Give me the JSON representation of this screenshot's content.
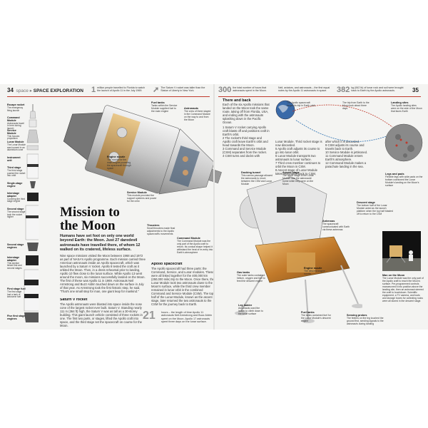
{
  "left": {
    "page_number": "34",
    "section": "space",
    "section_title": "SPACE EXPLORATION",
    "fact1_num": "1",
    "fact1_text": "million people travelled to Florida to watch the launch of Apollo 11 in the July 1969.",
    "fact2_text": "The Saturn V rocket was taller than the Statue of Liberty in New York.",
    "rocket_labels": [
      {
        "title": "Escape rocket",
        "text": "The emergency firing launch"
      },
      {
        "title": "Command Module",
        "text": "Astronauts travel in here during launch"
      },
      {
        "title": "Service Module",
        "text": "This houses propulsion"
      },
      {
        "title": "Lunar Module",
        "text": "The Lunar Module was housed in an aluminium cone"
      },
      {
        "title": "Instrument unit",
        "text": ""
      },
      {
        "title": "Third stage",
        "text": "The third stage pushed the rocket into orbit"
      },
      {
        "title": "Single-stage engine",
        "text": ""
      },
      {
        "title": "Interstage adapter",
        "text": "Covering the third stage engine"
      },
      {
        "title": "Second stage",
        "text": "The second stage took the rocket higher"
      },
      {
        "title": "Second stage engines",
        "text": ""
      },
      {
        "title": "Interstage adapter",
        "text": "This section linked first and second stages"
      },
      {
        "title": "First stage fuel",
        "text": "The first stage had a tank of kerosene fuel"
      },
      {
        "title": "Five first stage engines",
        "text": ""
      }
    ],
    "title": "Mission to the Moon",
    "intro": "Humans have set foot on only one world beyond Earth: the Moon. Just 27 daredevil astronauts have travelled there, of whom 12 walked on its cratered, lifeless surface.",
    "body1": "Nine space missions visited the Moon between 1968 and 1972 as part of NASA's Apollo programme. Each mission carried three American astronauts inside an Apollo spacecraft, which was launched by a Saturn V rocket. Apollo 8 tested the craft as it orbited the Moon. Then, in a dress rehearsal prior to landing, Apollo 10 flew close to the lunar surface. While Apollo 13 went around the moon, six missions successfully landed on the Moon. The first of these was Apollo 11 in 1969. Astronauts Neil Armstrong and Buzz Aldrin touched down on the surface in July of that year. As Armstrong took the first historic step, he said, \"That's one small step for man, one giant leap for mankind.\"",
    "saturn_heading": "Saturn V rocket",
    "saturn_body": "The Apollo astronauts were blasted into space inside the nose cone of the largest rocket ever built. Saturn V. Standing nearly 111 m (364 ft) high, the Saturn V was as tall as a 30-storey building. This giant launch vehicle consisted of three rockets in one. The first two parts, or stages, lifted the Apollo craft into space, and the third stage set the spacecraft on course for the Moon.",
    "callouts": {
      "fuel_tanks": "Fuel tanks",
      "fuel_tanks_text": "Tanks within the Service Module supplied fuel to the main engine",
      "astronauts": "Astronauts",
      "astronauts_text": "The crew of three stayed in the Command Module on the way to and from the Moon",
      "engine_nozzle": "Engine nozzle",
      "engine_nozzle_text": "The nozzle for the main engine powering the spacecraft through space",
      "service_module": "Service Module",
      "service_module_text": "This module provided the support systems and power for the crew",
      "thrusters": "Thrusters",
      "thrusters_text": "Small thrusters made final adjustments to the Apollo spacecraft's movements",
      "command_module": "Command Module",
      "command_module_text": "The Command Module was the only part of the Apollo craft to return. Its conical shape helped it withstand the heat of re-entry into Earth's atmosphere"
    },
    "apollo_heading": "Apollo spacecraft",
    "apollo_body": "The Apollo spacecraft had three parts: the Command, Service, and Lunar modules. These were all linked together for the 400,000 km (250,000 mile) trip to the Moon. Once there, the Lunar Module took two astronauts down to the Moon's surface, while the third crew member remained in lunar orbit in the combined Command and Service Module (CSM). The top half of the Lunar Module, known as the ascent stage, later returned the two astronauts to the CSM for the journey back to Earth.",
    "hours_num": "21",
    "hours_text": "hours – the length of time Apollo 11 astronauts Neil Armstrong and Buzz Aldrin spent on the Moon. Apollo 17 astronauts spent three days on the lunar surface."
  },
  "right": {
    "page_number": "35",
    "fact1_num": "300",
    "fact1_text": "the total number of hours that astronauts spent in the Moon.",
    "fact2_text": "Neil, aviators, and astronauts – the first equal notes by the Apollo 11 astronauts in space.",
    "fact3_num": "382",
    "fact3_text": "kg (842 lb) of lunar rock and soil were brought back to Earth by the Apollo astronauts.",
    "there_back_heading": "There and back",
    "there_back_body": "Each of the six Apollo missions that landed on the Moon took the same route, taking off from Florida, USA, and ending with the astronauts splashing down in the Pacific Ocean.",
    "steps_left": [
      "1 Saturn V rocket carrying Apollo craft blasts off and positions craft in Earth's orbit.",
      "2 The rocket's third stage and Apollo craft leave Earth's orbit and head towards the Moon.",
      "3 Command and Service Module (CSM) separates from the rocket.",
      "4 CSM turns and docks with"
    ],
    "steps_mid": [
      "Lunar Module. Third rocket stage is now discarded.",
      "5 Apollo craft adjusts its course to go into lunar orbit.",
      "6 Lunar Module transports two astronauts to lunar surface.",
      "7 Third crew member continues to orbit the Moon in CSM.",
      "8 Ascent stage of Lunar Module takes astronauts back to CSM,"
    ],
    "steps_right": [
      "after which it is discarded.",
      "9 CSM adjusts its course and travels back to Earth.",
      "10 Service Module is jettisoned.",
      "11 Command Module enters Earth's atmosphere.",
      "12 Command Module makes a parachute landing in the sea."
    ],
    "orbit_labels": {
      "earth_orbit": "The Apollo spacecraft began its trip in Earth orbit",
      "moon_orbit": "The trip from Earth to the Moon took about three days",
      "landing_sites": "Landing sites",
      "landing_sites_text": "The Apollo landing sites were on the side of the Moon that faces Earth"
    },
    "callouts": {
      "docking_tunnel": "Docking tunnel",
      "docking_tunnel_text": "This narrow passage allowed the astronauts to move between the CSM and Lunar Module",
      "ascent_stage": "Ascent stage",
      "ascent_stage_text": "The upper stage of the Lunar Module was the astronauts' home while they were on the Moon",
      "legs_feet": "Legs and pads",
      "legs_feet_text": "Flexible legs with wide pads on the bottom cushioned the Lunar Module's landing on the Moon's surface",
      "descent_stage": "Descent stage",
      "descent_stage_text": "The bottom half of the Lunar Module acted as the launch platform when the top half blasted off to return to the CSM",
      "antennas": "Antennas",
      "antennas_text": "The spacecraft communicated with Earth via these antennas",
      "gas_tanks": "Gas tanks",
      "gas_tanks_text": "The outer tanks contained helium, oxygen and fuel to feed the descent engine",
      "engine_nozzle": "Engine nozzle",
      "engine_nozzle_text": "The descent engine nozzle",
      "landing_probe": "Sensing probes",
      "landing_probe_text": "The feelers on the leg touched the ground first, sending signals to the astronauts during landing",
      "ladder": "Leg ladder",
      "ladder_text": "Astronauts used the ladder to climb down to the lunar surface",
      "fuel_tanks": "Fuel tanks",
      "fuel_tanks_text": "The tanks contained fuel for the Lunar Module's descent engine",
      "man_moon": "Man on the Moon",
      "man_moon_text": "The Lunar Module was the only part of the Apollo craft to reach the Moon's surface. Pre-programmed controls manoeuvred it into position above the landing site, then an astronaut steered the craft to touchdown. Scientific equipment, a TV camera, and tools and storage boxes for collecting rocks were all stored in the descent stage."
    }
  },
  "colors": {
    "accent_red": "#c0392b",
    "spread_bg": "#f4f4f2",
    "blue": "#2a6fb0"
  }
}
